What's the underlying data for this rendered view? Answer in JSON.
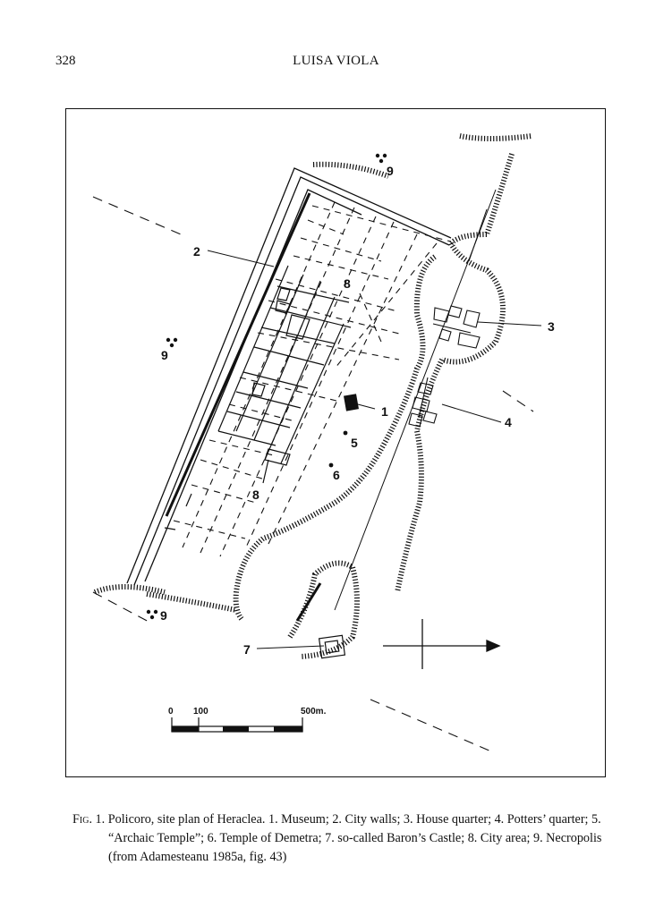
{
  "header": {
    "page_number": "328",
    "running_head": "LUISA VIOLA"
  },
  "figure": {
    "labels": {
      "museum": "1",
      "city_walls": "2",
      "house_quarter": "3",
      "potters_quarter": "4",
      "archaic_temple": "5",
      "temple_demetra": "6",
      "barons_castle": "7",
      "city_area_north": "8",
      "city_area_south": "8",
      "necropolis_north": "9",
      "necropolis_west": "9",
      "necropolis_south": "9"
    },
    "scale_bar": {
      "zero": "0",
      "mid": "100",
      "end": "500m."
    }
  },
  "caption": {
    "label": "Fig. 1.",
    "text": "Policoro, site plan of Heraclea. 1. Museum; 2. City walls; 3. House quarter; 4. Potters’ quarter; 5. “Archaic Temple”; 6. Temple of Demetra; 7. so-called Baron’s Castle; 8. City area; 9. Necropolis (from Adamesteanu 1985a, fig. 43)"
  }
}
